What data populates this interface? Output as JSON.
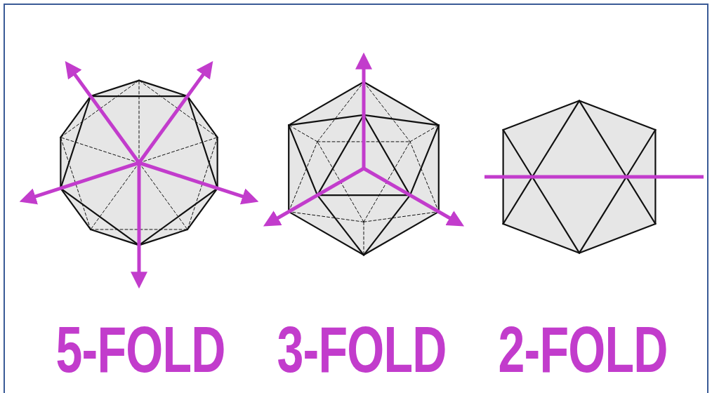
{
  "diagram": {
    "labels": [
      "5-FOLD",
      "3-FOLD",
      "2-FOLD"
    ]
  }
}
